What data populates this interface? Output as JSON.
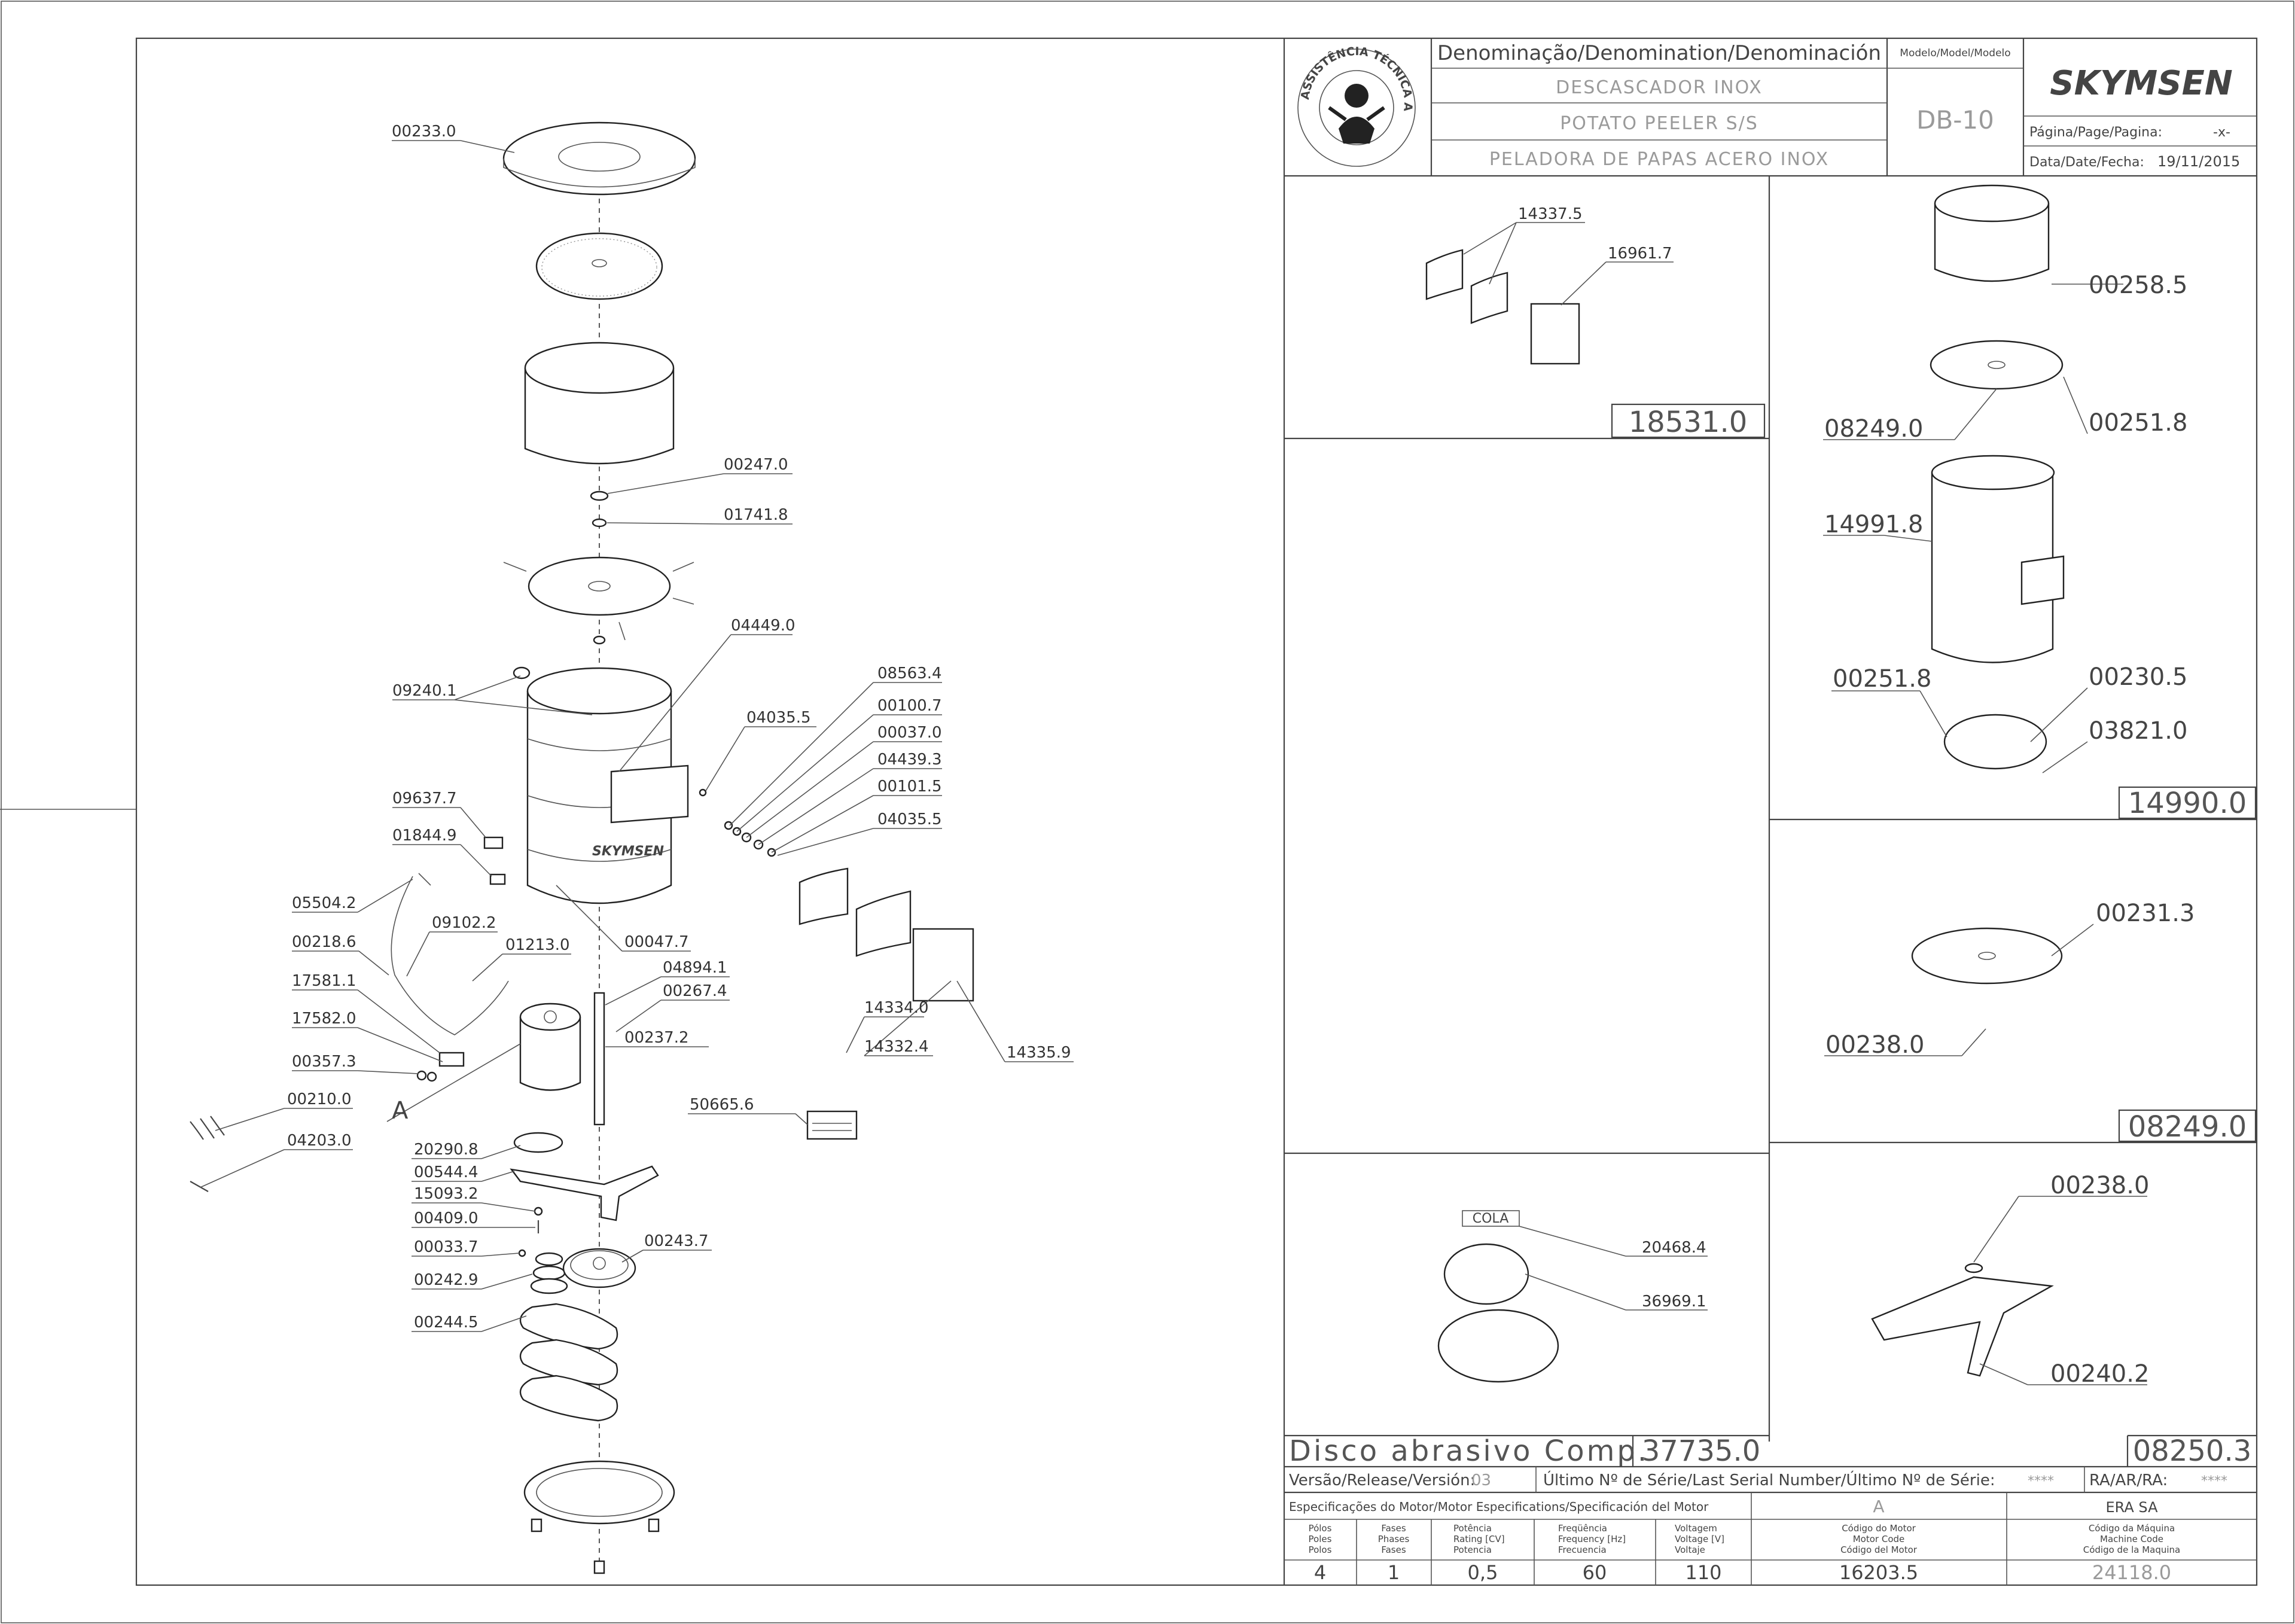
{
  "title_block": {
    "denomination_header": "Denominação/Denomination/Denominación",
    "name_pt": "DESCASCADOR INOX",
    "name_en": "POTATO PEELER S/S",
    "name_es": "PELADORA DE PAPAS ACERO INOX",
    "model_header": "Modelo/Model/Modelo",
    "model": "DB-10",
    "brand": "SKYMSEN",
    "seal_text": "ASSISTÊNCIA TÉCNICA AUTORIZADA",
    "page_label": "Página/Page/Pagina:",
    "page_value": "-x-",
    "date_label": "Data/Date/Fecha:",
    "date_value": "19/11/2015"
  },
  "main_labels": [
    "00233.0",
    "00247.0",
    "01741.8",
    "04449.0",
    "09240.1",
    "08563.4",
    "04035.5",
    "00100.7",
    "00037.0",
    "04439.3",
    "00101.5",
    "04035.5",
    "09637.7",
    "01844.9",
    "05504.2",
    "09102.2",
    "00218.6",
    "01213.0",
    "00047.7",
    "04894.1",
    "00267.4",
    "17581.1",
    "17582.0",
    "00237.2",
    "00357.3",
    "14334.0",
    "14332.4",
    "14335.9",
    "00210.0",
    "A",
    "50665.6",
    "04203.0",
    "20290.8",
    "00544.4",
    "15093.2",
    "00409.0",
    "00033.7",
    "00243.7",
    "00242.9",
    "00244.5"
  ],
  "panels": {
    "p18531": {
      "code": "18531.0",
      "labels": [
        "14337.5",
        "16961.7"
      ]
    },
    "p14990": {
      "code": "14990.0",
      "labels": [
        "00258.5",
        "08249.0",
        "00251.8",
        "14991.8",
        "00251.8",
        "00230.5",
        "03821.0"
      ]
    },
    "p08249": {
      "code": "08249.0",
      "labels": [
        "00231.3",
        "00238.0"
      ]
    },
    "p37735": {
      "title": "Disco abrasivo Comp.",
      "code": "37735.0",
      "cola": "COLA",
      "labels": [
        "20468.4",
        "36969.1"
      ]
    },
    "p08250": {
      "code": "08250.3",
      "labels": [
        "00238.0",
        "00240.2"
      ]
    }
  },
  "footer": {
    "version_label": "Versão/Release/Versión:",
    "version_value": "03",
    "serial_label": "Último Nº de Série/Last Serial Number/Último Nº de Série:",
    "serial_value": "****",
    "ra_label": "RA/AR/RA:",
    "ra_value": "****",
    "motor_spec": "Especificações do Motor/Motor Especifications/Specificación del Motor",
    "motor_letter": "A",
    "maker": "ERA SA",
    "poles": [
      "Pólos",
      "Poles",
      "Polos"
    ],
    "phases": [
      "Fases",
      "Phases",
      "Fases"
    ],
    "power": [
      "Potência",
      "Rating [CV]",
      "Potencia"
    ],
    "frequency": [
      "Freqüência",
      "Frequency [Hz]",
      "Frecuencia"
    ],
    "voltage": [
      "Voltagem",
      "Voltage [V]",
      "Voltaje"
    ],
    "motor_code": [
      "Código do Motor",
      "Motor Code",
      "Código del Motor"
    ],
    "machine_code": [
      "Código da Máquina",
      "Machine Code",
      "Código de la Maquina"
    ],
    "poles_v": "4",
    "phases_v": "1",
    "power_v": "0,5",
    "freq_v": "60",
    "volt_v": "110",
    "motor_code_v": "16203.5",
    "machine_code_v": "24118.0"
  }
}
